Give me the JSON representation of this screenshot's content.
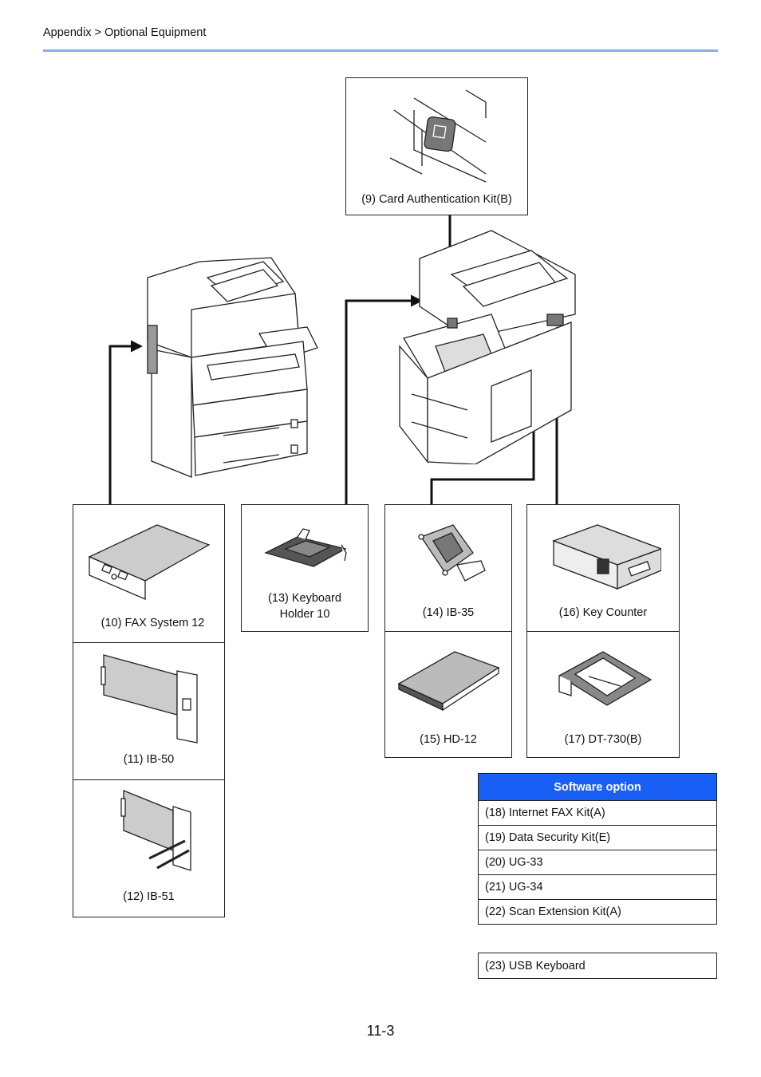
{
  "header": {
    "breadcrumb": "Appendix > Optional Equipment"
  },
  "items": {
    "card_auth": "(9) Card Authentication Kit(B)",
    "fax": "(10) FAX System 12",
    "ib50": "(11) IB-50",
    "ib51": "(12) IB-51",
    "keyboard_holder_line1": "(13) Keyboard",
    "keyboard_holder_line2": "Holder 10",
    "ib35": "(14) IB-35",
    "hd12": "(15) HD-12",
    "key_counter": "(16) Key Counter",
    "dt730": "(17) DT-730(B)"
  },
  "software": {
    "header": "Software option",
    "rows": [
      "(18) Internet FAX Kit(A)",
      "(19) Data Security Kit(E)",
      "(20) UG-33",
      "(21) UG-34",
      "(22) Scan Extension Kit(A)"
    ]
  },
  "usb": {
    "label": "(23) USB Keyboard"
  },
  "footer": {
    "page_number": "11-3"
  },
  "colors": {
    "rule": "#8aaee8",
    "table_header": "#1a5ff5"
  }
}
